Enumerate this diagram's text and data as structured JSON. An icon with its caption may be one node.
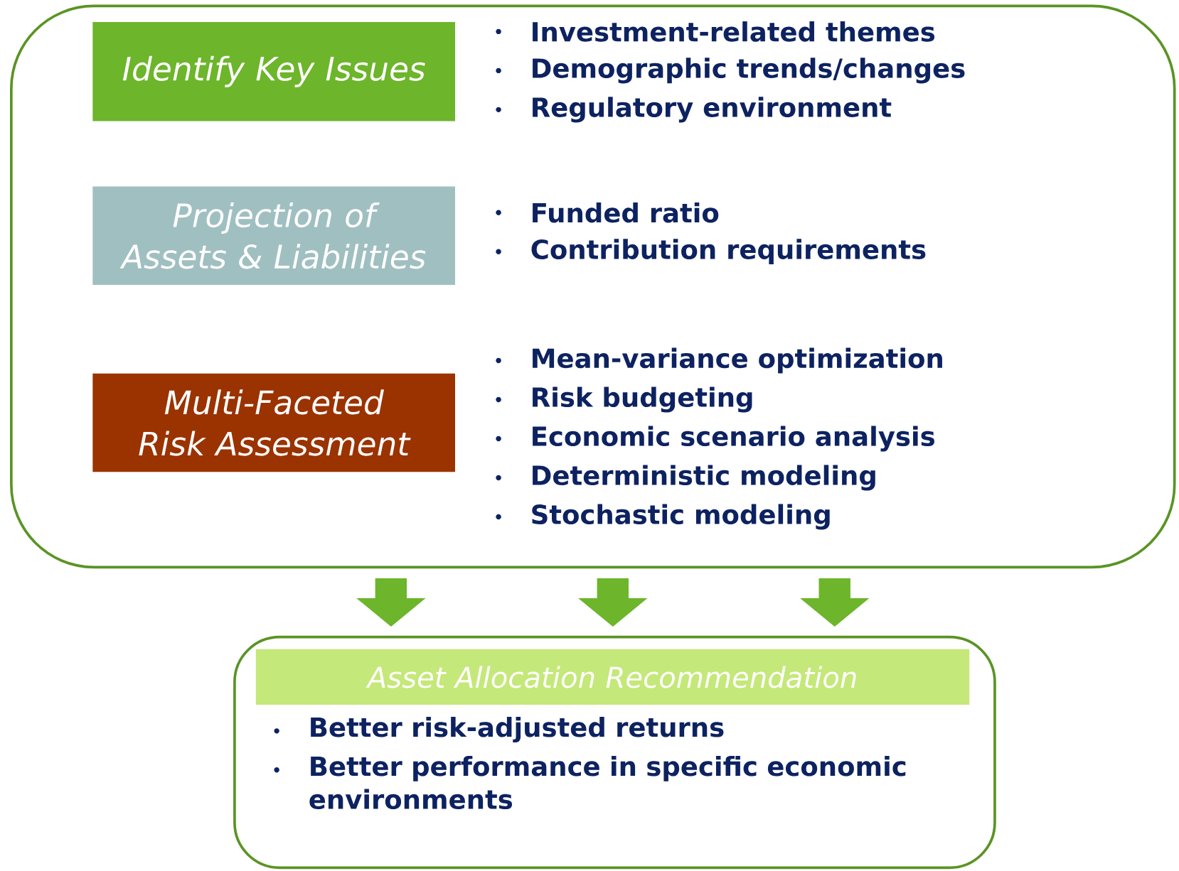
{
  "diagram": {
    "nodes": [
      {
        "text": [],
        "shape": "box"
      },
      {
        "text": [
          "Identify Key Issues"
        ],
        "in": 0,
        "beside": [
          "Investment-related themes",
          "Demographic trends/changes",
          "Regulatory environment"
        ]
      },
      {
        "text": [
          "Projection of Assets & Liabilities"
        ],
        "in": 0,
        "beside": [
          "Funded ratio",
          "Contribution requirements"
        ]
      },
      {
        "text": [
          "Multi-Faceted Risk Assessment"
        ],
        "in": 0,
        "beside": [
          "Mean-variance optimization",
          "Risk budgeting",
          "Economic scenario analysis",
          "Deterministic modeling",
          "Stochastic modeling"
        ]
      },
      {
        "text": [
          "Better risk-adjusted returns",
          "Better performance in specific economic environments"
        ]
      },
      {
        "text": [
          "Asset Allocation Recommendation"
        ],
        "in": 4
      }
    ],
    "edges": [
      {
        "from": 0,
        "to": 4,
        "arrow": "to"
      },
      {
        "from": 0,
        "to": 4,
        "arrow": "to"
      },
      {
        "from": 0,
        "to": 4,
        "arrow": "to"
      }
    ]
  }
}
